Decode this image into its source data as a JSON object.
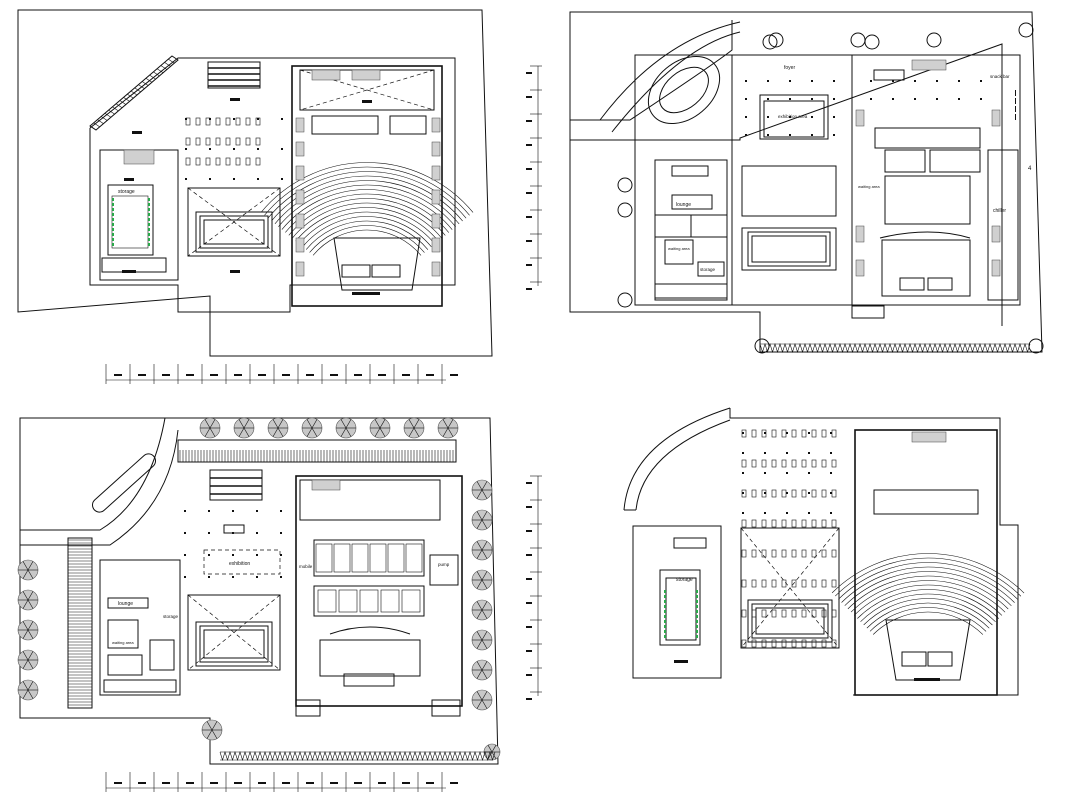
{
  "drawing": {
    "sheet_count": 4,
    "colors": {
      "line": "#111111",
      "accent_green": "#2aa84a",
      "accent_pink": "#e070c0",
      "tree_fill": "#c8c8c8"
    }
  },
  "plan_a": {
    "labels": {
      "storage": "storage"
    }
  },
  "plan_b": {
    "labels": {
      "foyer": "foyer",
      "exhibition_area": "exhibition area",
      "lounge": "lounge",
      "waiting_area_left": "waiting area",
      "waiting_area_right": "waiting area",
      "storage": "storage",
      "snack_bar": "snack bar",
      "chiller": "chiller",
      "mark_4": "4"
    }
  },
  "plan_c": {
    "labels": {
      "exhibition": "exhibition",
      "lounge": "lounge",
      "storage": "storage",
      "waiting_area": "waiting area",
      "mobile": "mobile",
      "pump": "pump"
    }
  },
  "plan_d": {
    "labels": {
      "storage": "storage"
    }
  }
}
